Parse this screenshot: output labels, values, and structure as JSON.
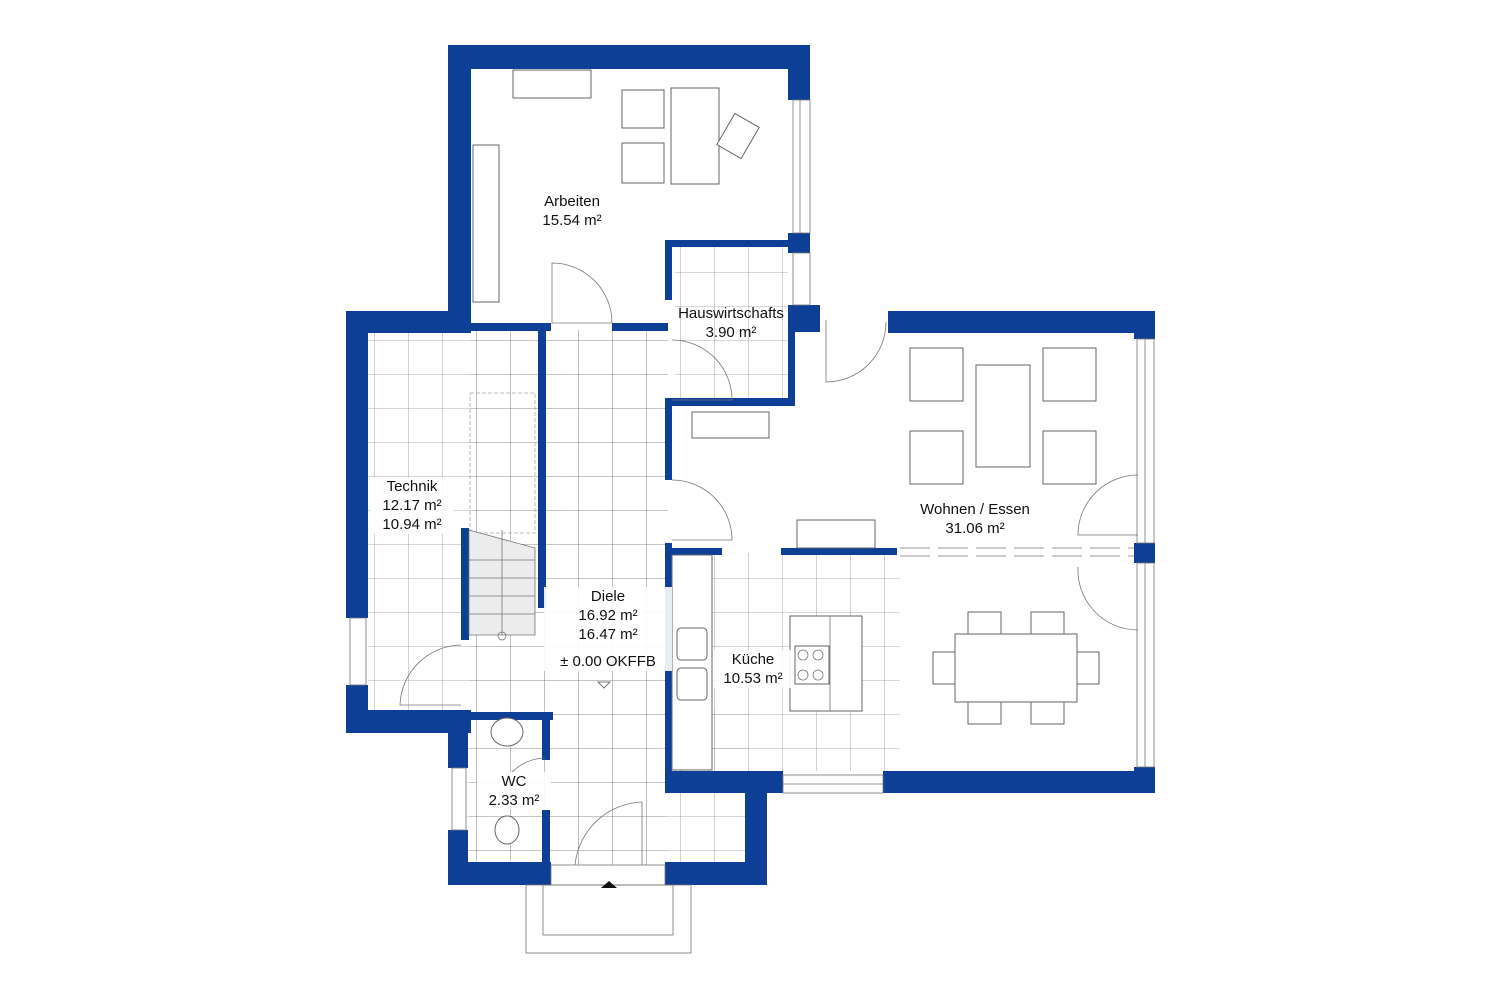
{
  "plan": {
    "wall_color": "#0e3f96",
    "background": "#ffffff",
    "rooms": [
      {
        "name": "Arbeiten",
        "area": "15.54 m²"
      },
      {
        "name": "Hauswirtschafts",
        "area": "3.90 m²"
      },
      {
        "name": "Technik",
        "area": "12.17 m²",
        "area2": "10.94 m²"
      },
      {
        "name": "Diele",
        "area": "16.92 m²",
        "area2": "16.47 m²",
        "level": "± 0.00 OKFFB"
      },
      {
        "name": "Wohnen / Essen",
        "area": "31.06 m²"
      },
      {
        "name": "Küche",
        "area": "10.53 m²"
      },
      {
        "name": "WC",
        "area": "2.33 m²"
      }
    ],
    "entrance_marker": "entrance-arrow"
  }
}
